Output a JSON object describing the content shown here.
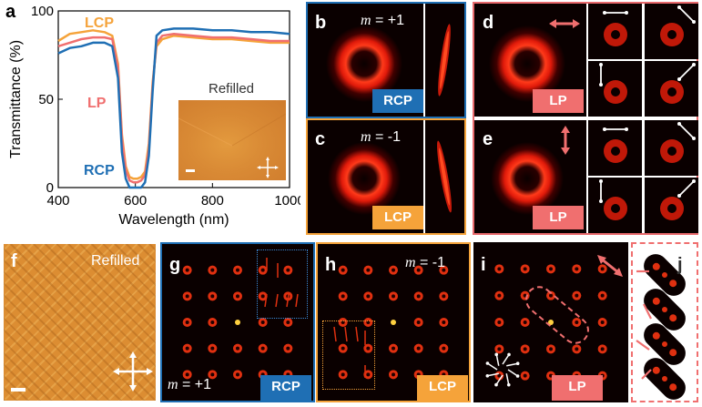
{
  "panels": {
    "a": {
      "letter": "a",
      "refilled": "Refilled"
    },
    "b": {
      "letter": "b",
      "m_prefix": "m",
      "m_value": " = +1",
      "label": "RCP"
    },
    "c": {
      "letter": "c",
      "m_prefix": "m",
      "m_value": " = -1",
      "label": "LCP"
    },
    "d": {
      "letter": "d",
      "label": "LP"
    },
    "e": {
      "letter": "e",
      "label": "LP"
    },
    "f": {
      "letter": "f",
      "refilled": "Refilled"
    },
    "g": {
      "letter": "g",
      "m_prefix": "m",
      "m_value": " = +1",
      "label": "RCP"
    },
    "h": {
      "letter": "h",
      "m_prefix": "m",
      "m_value": " = -1",
      "label": "LCP"
    },
    "i": {
      "letter": "i",
      "label": "LP"
    },
    "j": {
      "letter": "j"
    }
  },
  "colors": {
    "rcp": "#1f6fb4",
    "lcp": "#f5a33a",
    "lp": "#f06f6f",
    "frame_blue": "#1f6fb4",
    "frame_orange": "#f5a33a",
    "frame_red": "#e8696c"
  },
  "chart_data": {
    "type": "line",
    "xlabel": "Wavelength (nm)",
    "ylabel": "Transmittance (%)",
    "xlim": [
      400,
      1000
    ],
    "ylim": [
      0,
      100
    ],
    "xticks": [
      "400",
      "600",
      "800",
      "1000"
    ],
    "yticks": [
      "0",
      "50",
      "100"
    ],
    "x": [
      400,
      430,
      460,
      490,
      520,
      540,
      555,
      565,
      575,
      585,
      595,
      605,
      615,
      625,
      635,
      645,
      655,
      670,
      700,
      750,
      800,
      850,
      900,
      950,
      1000
    ],
    "series": [
      {
        "name": "LCP",
        "color": "#f5a33a",
        "values": [
          83,
          87,
          88,
          89,
          88,
          86,
          70,
          30,
          12,
          6,
          5,
          5,
          6,
          9,
          25,
          60,
          80,
          84,
          86,
          85,
          84,
          84,
          83,
          82,
          82
        ]
      },
      {
        "name": "LP",
        "color": "#f06f6f",
        "values": [
          80,
          82,
          84,
          85,
          85,
          84,
          68,
          28,
          10,
          4,
          3,
          3,
          4,
          7,
          22,
          58,
          82,
          86,
          87,
          86,
          85,
          85,
          84,
          83,
          83
        ]
      },
      {
        "name": "RCP",
        "color": "#1f6fb4",
        "values": [
          76,
          79,
          80,
          82,
          82,
          80,
          62,
          20,
          5,
          0,
          0,
          0,
          0,
          3,
          18,
          55,
          86,
          89,
          90,
          90,
          89,
          89,
          88,
          88,
          87
        ]
      }
    ]
  }
}
